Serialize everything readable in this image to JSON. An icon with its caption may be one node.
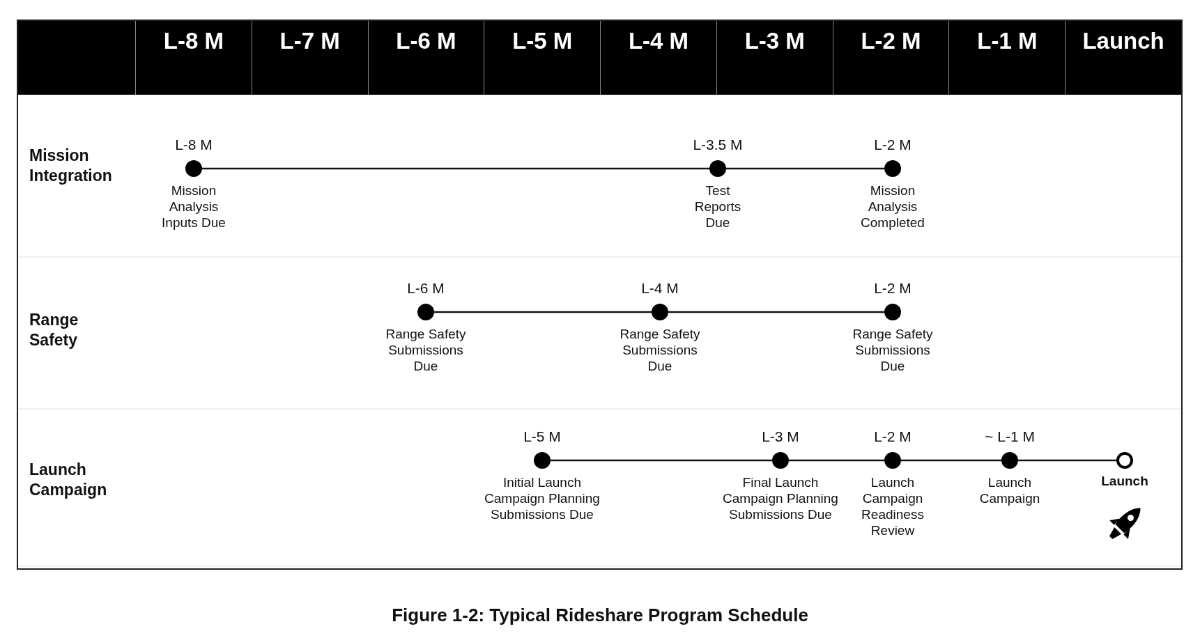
{
  "diagram": {
    "caption": "Figure 1-2: Typical Rideshare Program Schedule",
    "nodes": [
      {
        "text": [
          "Mission Integration"
        ]
      },
      {
        "text": [
          "Range Safety"
        ]
      },
      {
        "text": [
          "Launch Campaign"
        ]
      },
      {
        "text": [],
        "shape": "circle",
        "in": 0,
        "beside": [
          "L-8 M",
          "Mission Analysis Inputs Due"
        ]
      },
      {
        "text": [],
        "shape": "circle",
        "in": 0,
        "beside": [
          "L-3.5 M",
          "Test Reports Due"
        ]
      },
      {
        "text": [],
        "shape": "circle",
        "in": 0,
        "beside": [
          "L-2 M",
          "Mission Analysis Completed"
        ]
      },
      {
        "text": [],
        "shape": "circle",
        "in": 1,
        "beside": [
          "L-6 M",
          "Range Safety Submissions Due"
        ]
      },
      {
        "text": [],
        "shape": "circle",
        "in": 1,
        "beside": [
          "L-4 M",
          "Range Safety Submissions Due"
        ]
      },
      {
        "text": [],
        "shape": "circle",
        "in": 1,
        "beside": [
          "L-2 M",
          "Range Safety Submissions Due"
        ]
      },
      {
        "text": [],
        "shape": "circle",
        "in": 2,
        "beside": [
          "L-5 M",
          "Initial Launch Campaign Planning Submissions Due"
        ]
      },
      {
        "text": [],
        "shape": "circle",
        "in": 2,
        "beside": [
          "L-3 M",
          "Final Launch Campaign Planning Submissions Due"
        ]
      },
      {
        "text": [],
        "shape": "circle",
        "in": 2,
        "beside": [
          "L-2 M",
          "Launch Campaign Readiness Review"
        ]
      },
      {
        "text": [],
        "shape": "circle",
        "in": 2,
        "beside": [
          "~ L-1 M",
          "Launch Campaign"
        ]
      },
      {
        "text": [],
        "shape": "ring",
        "in": 2,
        "beside": [
          "Launch"
        ]
      }
    ],
    "edges": [
      {
        "from": 3,
        "to": 4,
        "arrow": "none"
      },
      {
        "from": 4,
        "to": 5,
        "arrow": "none"
      },
      {
        "from": 6,
        "to": 7,
        "arrow": "none"
      },
      {
        "from": 7,
        "to": 8,
        "arrow": "none"
      },
      {
        "from": 9,
        "to": 10,
        "arrow": "none"
      },
      {
        "from": 10,
        "to": 11,
        "arrow": "none"
      },
      {
        "from": 11,
        "to": 12,
        "arrow": "none"
      },
      {
        "from": 12,
        "to": 13,
        "arrow": "none"
      }
    ],
    "labels": [
      "L-8 M",
      "L-7 M",
      "L-6 M",
      "L-5 M",
      "L-4 M",
      "L-3 M",
      "L-2 M",
      "L-1 M",
      "Launch"
    ]
  }
}
